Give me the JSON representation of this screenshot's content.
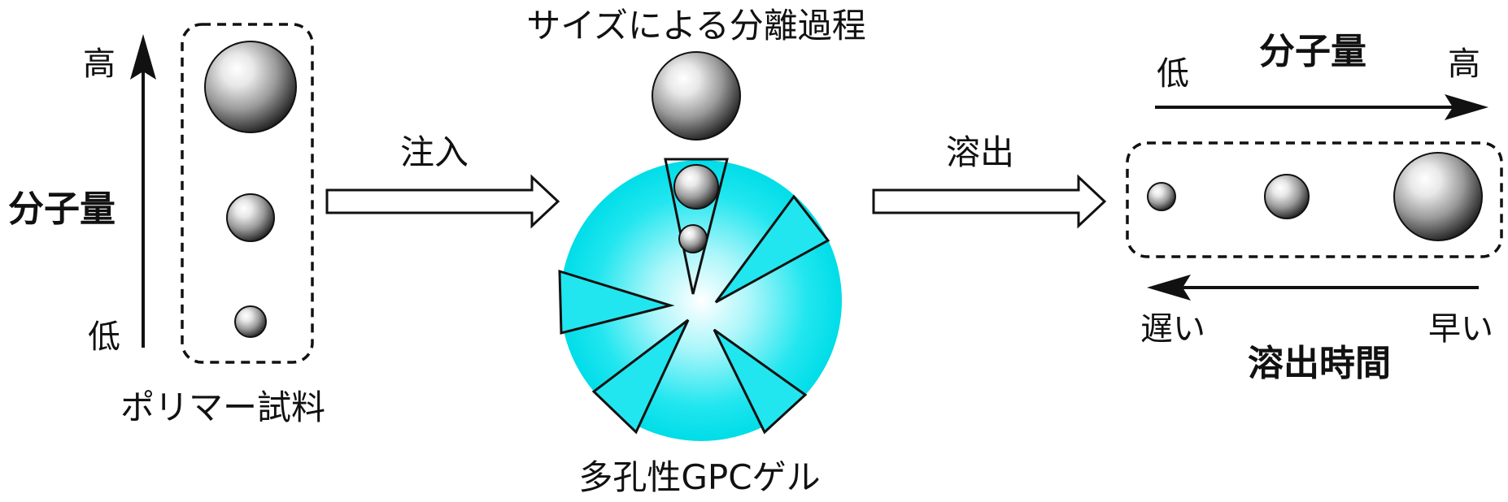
{
  "left_panel": {
    "axis_label": "分子量",
    "high": "高",
    "low": "低",
    "sample_label": "ポリマー試料"
  },
  "inject_label": "注入",
  "center": {
    "title": "サイズによる分離過程",
    "gel_label": "多孔性GPCゲル"
  },
  "elute_label": "溶出",
  "right_panel": {
    "axis_label": "分子量",
    "low": "低",
    "high": "高",
    "time_label": "溶出時間",
    "late": "遅い",
    "early": "早い"
  },
  "colors": {
    "gel": "#00E5EE",
    "outline": "#111111",
    "ball_dark": "#111111",
    "ball_light": "#ffffff"
  }
}
